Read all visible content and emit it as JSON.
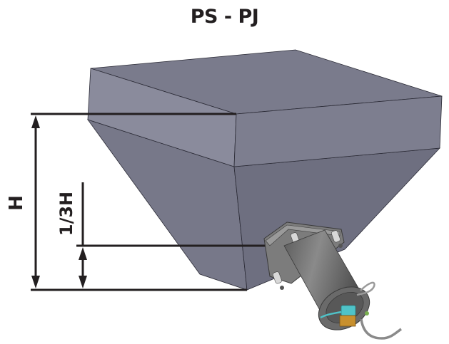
{
  "title": "PS - PJ",
  "dimensions": {
    "total_height_label": "H",
    "sensor_height_label": "1/3H"
  },
  "figure": {
    "subject": "hopper-with-mounted-level-sensor",
    "colors": {
      "top_face": "#7a7b8c",
      "left_face": "#8a8b9c",
      "right_face": "#7d7e8f",
      "hopper_left": "#777889",
      "hopper_right": "#6e6f80",
      "edge": "#2a2a35",
      "dimension_line": "#231f20",
      "sensor_body": "#6a6a6a",
      "sensor_valve": "#4fc3c8",
      "sensor_connector": "#c8902e"
    }
  }
}
